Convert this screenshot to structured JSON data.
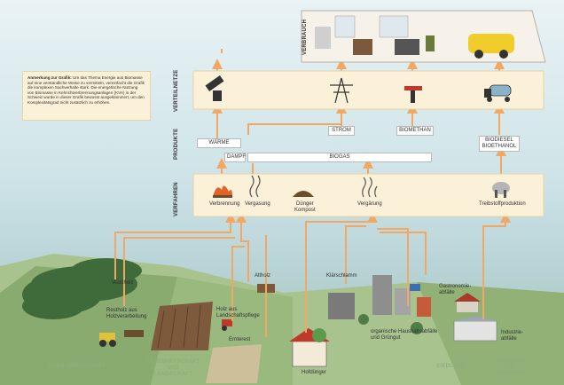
{
  "stages": {
    "verbrauch": "VERBRAUCH",
    "verteilnetze": "VERTEILNETZE",
    "produkte": "PRODUKTE",
    "verfahren": "VERFAHREN"
  },
  "note": {
    "title": "Anmerkung zur Grafik:",
    "text": "Um das Thema Energie aus Biomasse auf eine verständliche Weise zu vermitteln, vereinfacht die Grafik die komplexen Sachverhalte stark. Die energetische Nutzung von Biomasse in Kehrichtverbrennungsanlagen (KVA) in der Schweiz wurde in dieser Grafik bewusst ausgeklammert, um den Komplexitätsgrad nicht zusätzlich zu erhöhen."
  },
  "products": {
    "waerme": "WÄRME",
    "strom": "STROM",
    "biomethan": "BIOMETHAN",
    "biodiesel": "BIODIESEL\nBIOETHANOL",
    "dampf": "DAMPF",
    "biogas": "BIOGAS"
  },
  "processes": {
    "verbrennung": "Verbrennung",
    "vergasung": "Vergasung",
    "duenger": "Dünger\nKompost",
    "vergaerung": "Vergärung",
    "treibstoff": "Treibstoffproduktion"
  },
  "sources": {
    "waldholz": "Waldholz",
    "restholz": "Restholz aus\nHolzverarbeitung",
    "altholz": "Altholz",
    "klaerschlamm": "Klärschlamm",
    "gastro": "Gastronomie-\nabfälle",
    "holz_landschaft": "Holz aus\nLandschaftspflege",
    "ernteruestaende": "Ernterest",
    "organisch": "organische Haushaltsabfälle\nund Grüngut",
    "industrie": "Industrie-\nabfälle",
    "hofduenger": "Hofdünger"
  },
  "zones": {
    "forst": "FORSTWIRTSCHAFT",
    "landwirtschaft": "LANDWIRTSCHAFT\nUND\nLANDSCHAFT",
    "siedlung": "SIEDLUNG",
    "gewerbe": "GEWERBE\nUND\nINDUSTRIE"
  },
  "colors": {
    "arrow": "#f2a765",
    "band": "#fbf0d8",
    "band_border": "#e6d3a6",
    "ground_light": "#a9c38f",
    "ground_dark": "#86a86e"
  },
  "icons": {
    "pipe": "pipe-icon",
    "pylon": "power-pylon-icon",
    "gas_valve": "gas-valve-icon",
    "tank_truck": "tank-truck-icon",
    "flame": "flame-icon",
    "gasification": "gasification-icon",
    "compost_pile": "compost-pile-icon",
    "fermentation": "fermentation-icon",
    "fuel_production": "fuel-production-icon"
  }
}
